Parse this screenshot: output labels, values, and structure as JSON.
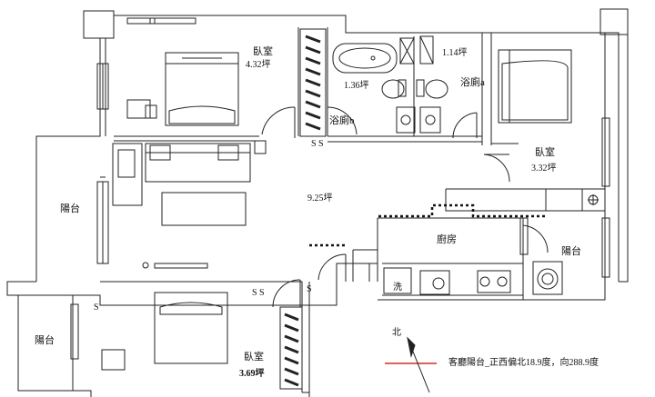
{
  "rooms": {
    "bedroom_top": {
      "name": "臥室",
      "area": "4.32坪"
    },
    "bath_b_area": "1.36坪",
    "bath_b_name": "浴廁b",
    "bath_a_area": "1.14坪",
    "bath_a_name": "浴廁a",
    "bedroom_right": {
      "name": "臥室",
      "area": "3.32坪"
    },
    "living_area": "9.25坪",
    "kitchen": "廚房",
    "balcony_left": "陽台",
    "balcony_right": "陽台",
    "balcony_bottom": "陽台",
    "bedroom_bottom": {
      "name": "臥室",
      "area": "3.69坪"
    }
  },
  "marks": {
    "ss_top": "S S",
    "ss_mid": "S S",
    "s_left": "S",
    "s_right": "S",
    "washer_tag": "洗"
  },
  "compass": {
    "north": "北",
    "note": "客廳陽台_正西偏北18.9度，向288.9度"
  },
  "colors": {
    "line": "#222222",
    "accent": "#cc0000"
  }
}
